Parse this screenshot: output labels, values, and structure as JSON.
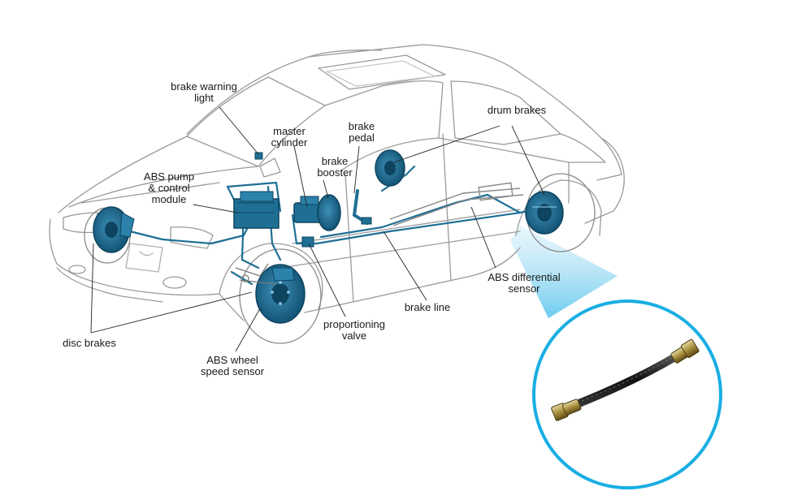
{
  "colors": {
    "part_blue": "#1f6f95",
    "part_blue_dark": "#0e4460",
    "callout_ring": "#19aee3",
    "car_outline": "#9a9a9a"
  },
  "labels": {
    "brake_warning_light": [
      "brake warning",
      "light"
    ],
    "master_cylinder": [
      "master",
      "cylinder"
    ],
    "brake_pedal": [
      "brake",
      "pedal"
    ],
    "brake_booster": [
      "brake",
      "booster"
    ],
    "abs_pump": [
      "ABS pump",
      "& control",
      "module"
    ],
    "drum_brakes": [
      "drum brakes"
    ],
    "abs_differential_sensor": [
      "ABS differential",
      "sensor"
    ],
    "brake_line": [
      "brake line"
    ],
    "proportioning_valve": [
      "proportioning",
      "valve"
    ],
    "abs_wheel_speed_sensor": [
      "ABS wheel",
      "speed sensor"
    ],
    "disc_brakes": [
      "disc brakes"
    ]
  },
  "callout": {
    "subject": "brake-hose"
  }
}
